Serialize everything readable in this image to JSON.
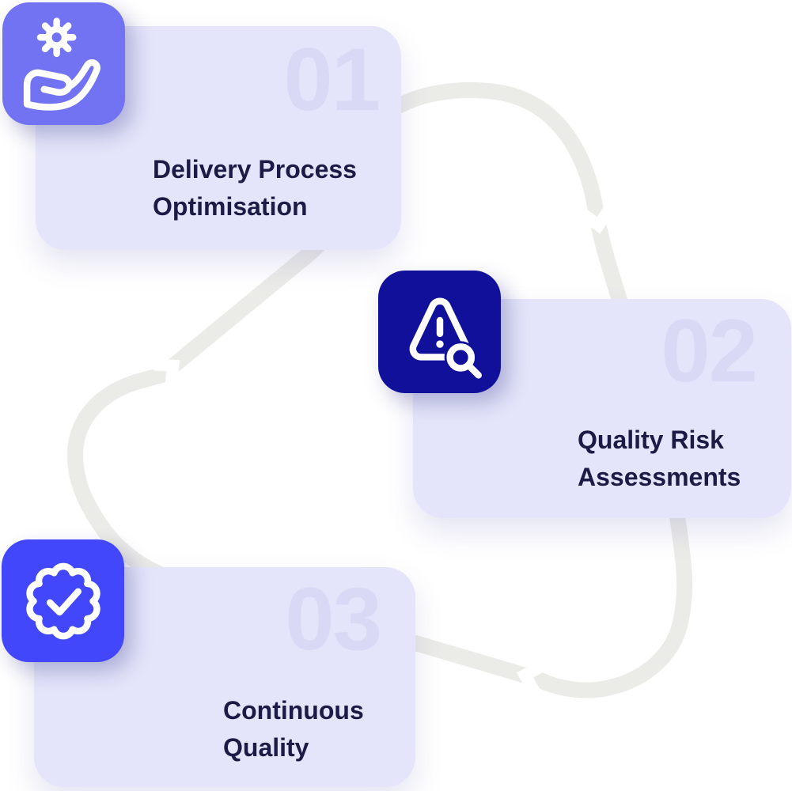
{
  "diagram": {
    "background_color": "#FFFFFF",
    "card_color": "#E4E5FA",
    "number_color": "#D9D9F6",
    "title_color": "#1B1B45",
    "arrow_color": "#EBEBE8",
    "icon_color": "#FFFFFF",
    "flow": "cycle",
    "steps": [
      {
        "number": "01",
        "line1": "Delivery Process",
        "line2": "Optimisation",
        "icon": "hand-gear-icon",
        "badge_color": "#7173F2"
      },
      {
        "number": "02",
        "line1": "Quality Risk",
        "line2": "Assessments",
        "icon": "warning-search-icon",
        "badge_color": "#10109A"
      },
      {
        "number": "03",
        "line1": "Continuous",
        "line2": "Quality",
        "icon": "badge-check-icon",
        "badge_color": "#4347FB"
      }
    ]
  }
}
